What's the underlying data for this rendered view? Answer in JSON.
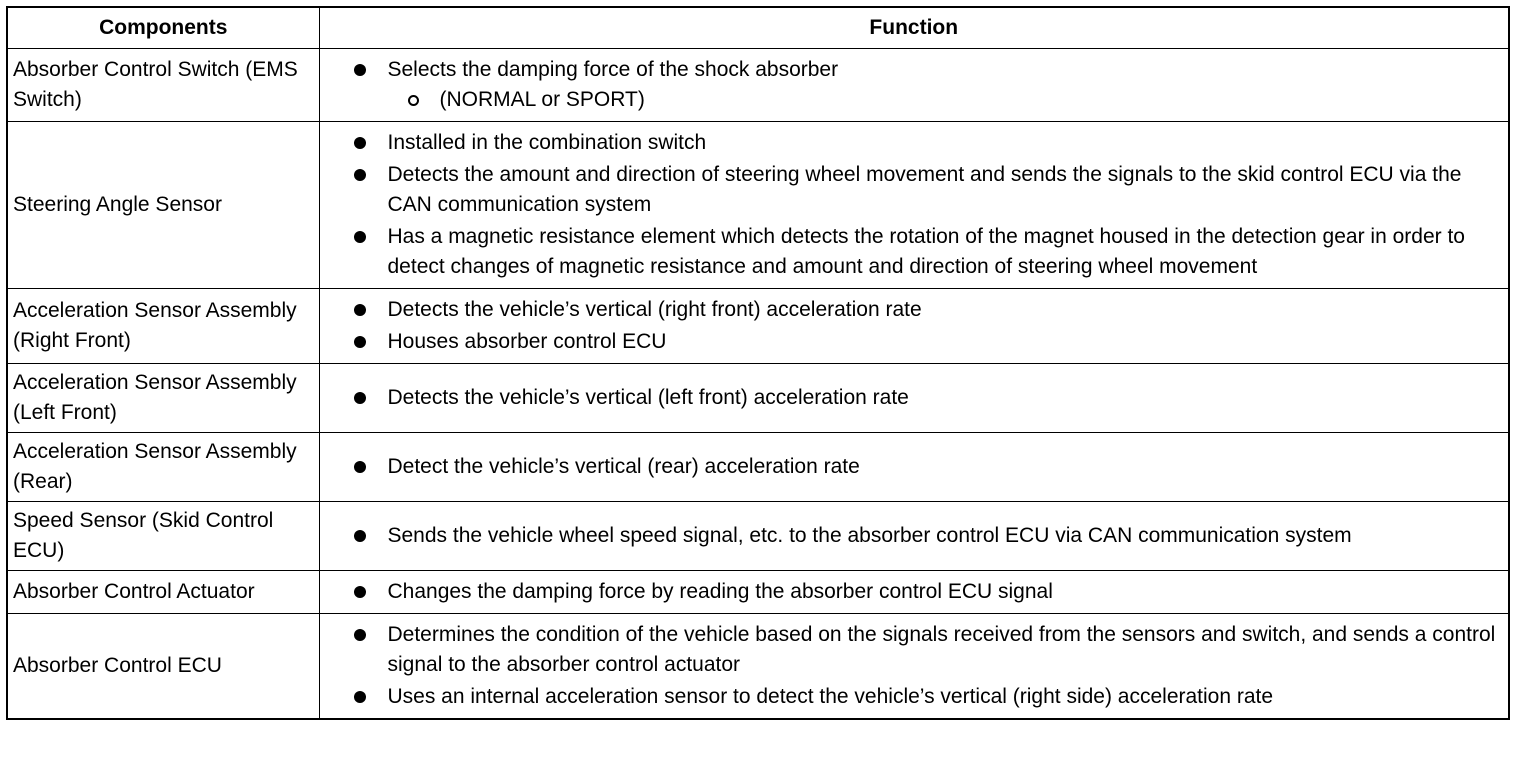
{
  "table": {
    "headers": {
      "components": "Components",
      "function": "Function"
    },
    "rows": [
      {
        "component": "Absorber Control Switch (EMS Switch)",
        "functions": [
          {
            "text": "Selects the damping force of the shock absorber",
            "sub": [
              "(NORMAL or SPORT)"
            ]
          }
        ]
      },
      {
        "component": "Steering Angle Sensor",
        "functions": [
          {
            "text": "Installed in the combination switch"
          },
          {
            "text": "Detects the amount and direction of steering wheel movement and sends the signals to the skid control ECU via the CAN communication system"
          },
          {
            "text": "Has a magnetic resistance element which detects the rotation of the magnet housed in the detection gear in order to detect changes of magnetic resistance and amount and direction of steering wheel movement"
          }
        ]
      },
      {
        "component": "Acceleration Sensor Assembly (Right Front)",
        "functions": [
          {
            "text": "Detects the vehicle’s vertical (right front) acceleration rate"
          },
          {
            "text": "Houses absorber control ECU"
          }
        ]
      },
      {
        "component": "Acceleration Sensor Assembly (Left Front)",
        "functions": [
          {
            "text": "Detects the vehicle’s vertical (left front) acceleration rate"
          }
        ]
      },
      {
        "component": "Acceleration Sensor Assembly (Rear)",
        "functions": [
          {
            "text": "Detect the vehicle’s vertical (rear) acceleration rate"
          }
        ]
      },
      {
        "component": "Speed Sensor (Skid Control ECU)",
        "functions": [
          {
            "text": "Sends the vehicle wheel speed signal, etc. to the absorber control ECU via CAN communication system"
          }
        ]
      },
      {
        "component": "Absorber Control Actuator",
        "functions": [
          {
            "text": "Changes the damping force by reading the absorber control ECU signal"
          }
        ]
      },
      {
        "component": "Absorber Control ECU",
        "functions": [
          {
            "text": "Determines the condition of the vehicle based on the signals received from the sensors and switch, and sends a control signal to the absorber control actuator"
          },
          {
            "text": "Uses an internal acceleration sensor to detect the vehicle’s vertical (right side) acceleration rate"
          }
        ]
      }
    ]
  }
}
